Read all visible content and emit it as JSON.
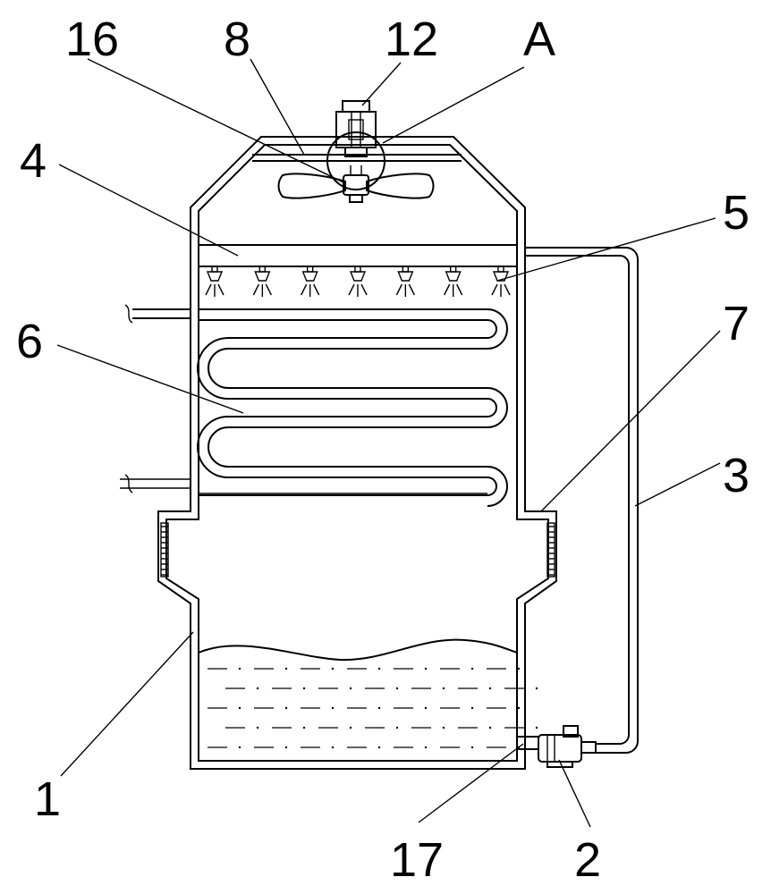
{
  "labels": {
    "l16": "16",
    "l8": "8",
    "l12": "12",
    "lA": "A",
    "l4": "4",
    "l5": "5",
    "l6": "6",
    "l7": "7",
    "l3": "3",
    "l1": "1",
    "l17": "17",
    "l2": "2"
  },
  "nozzle_count": 7,
  "colors": {
    "stroke": "#000000",
    "background": "#ffffff"
  }
}
